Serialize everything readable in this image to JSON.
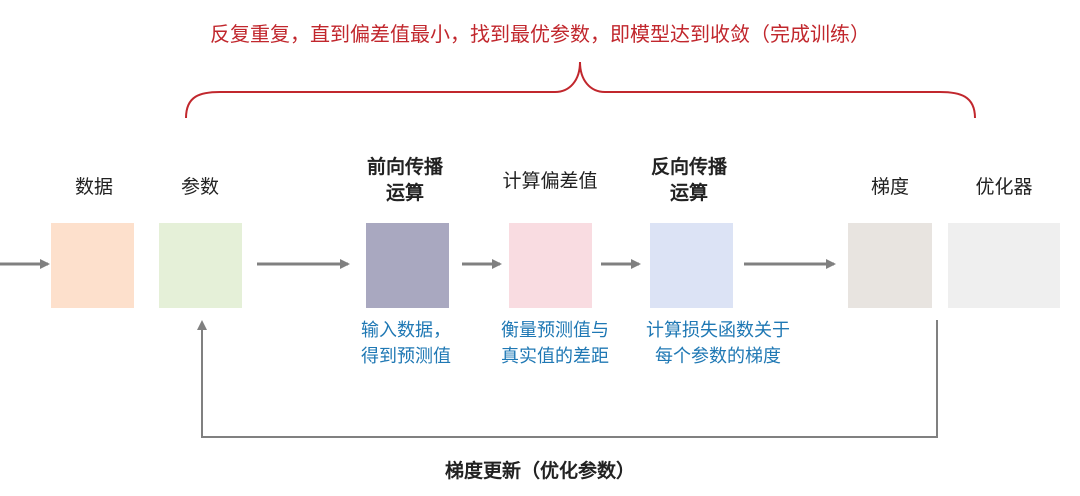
{
  "top_caption": "反复重复，直到偏差值最小，找到最优参数，即模型达到收敛（完成训练）",
  "nodes": [
    {
      "label": "数据",
      "color": "#fde0cc",
      "bold": false
    },
    {
      "label": "参数",
      "color": "#e5f0d8",
      "bold": false
    },
    {
      "label_lines": [
        "前向传播",
        "运算"
      ],
      "color": "#a9a8c0",
      "bold": true
    },
    {
      "label": "计算偏差值",
      "color": "#f9dce1",
      "bold": false
    },
    {
      "label_lines": [
        "反向传播",
        "运算"
      ],
      "color": "#dce3f5",
      "bold": true
    },
    {
      "label": "梯度",
      "color": "#e8e4e0",
      "bold": false
    },
    {
      "label": "优化器",
      "color": "#efefef",
      "bold": false
    }
  ],
  "notes": {
    "forward": [
      "输入数据，",
      "得到预测值"
    ],
    "loss": [
      "衡量预测值与",
      "真实值的差距"
    ],
    "backward": [
      "计算损失函数关于",
      "每个参数的梯度"
    ]
  },
  "bottom_label": "梯度更新（优化参数）",
  "colors": {
    "brace": "#c1272d",
    "arrow": "#808080",
    "note": "#1f78b4"
  }
}
